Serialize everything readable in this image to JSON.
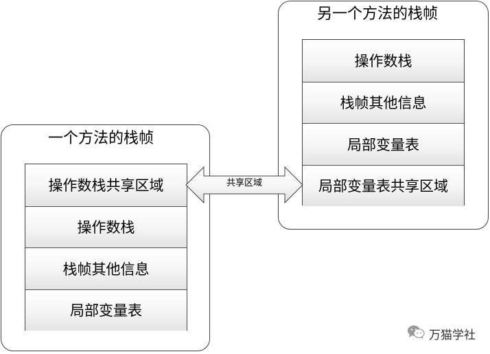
{
  "left_frame": {
    "title": "一个方法的栈帧",
    "cells": [
      "操作数栈共享区域",
      "操作数栈",
      "栈帧其他信息",
      "局部变量表"
    ]
  },
  "right_frame": {
    "title": "另一个方法的栈帧",
    "cells": [
      "操作数栈",
      "栈帧其他信息",
      "局部变量表",
      "局部变量表共享区域"
    ]
  },
  "connector": {
    "label": "共享区域"
  },
  "watermark": {
    "icon": "wechat-icon",
    "text": "万猫学社"
  }
}
